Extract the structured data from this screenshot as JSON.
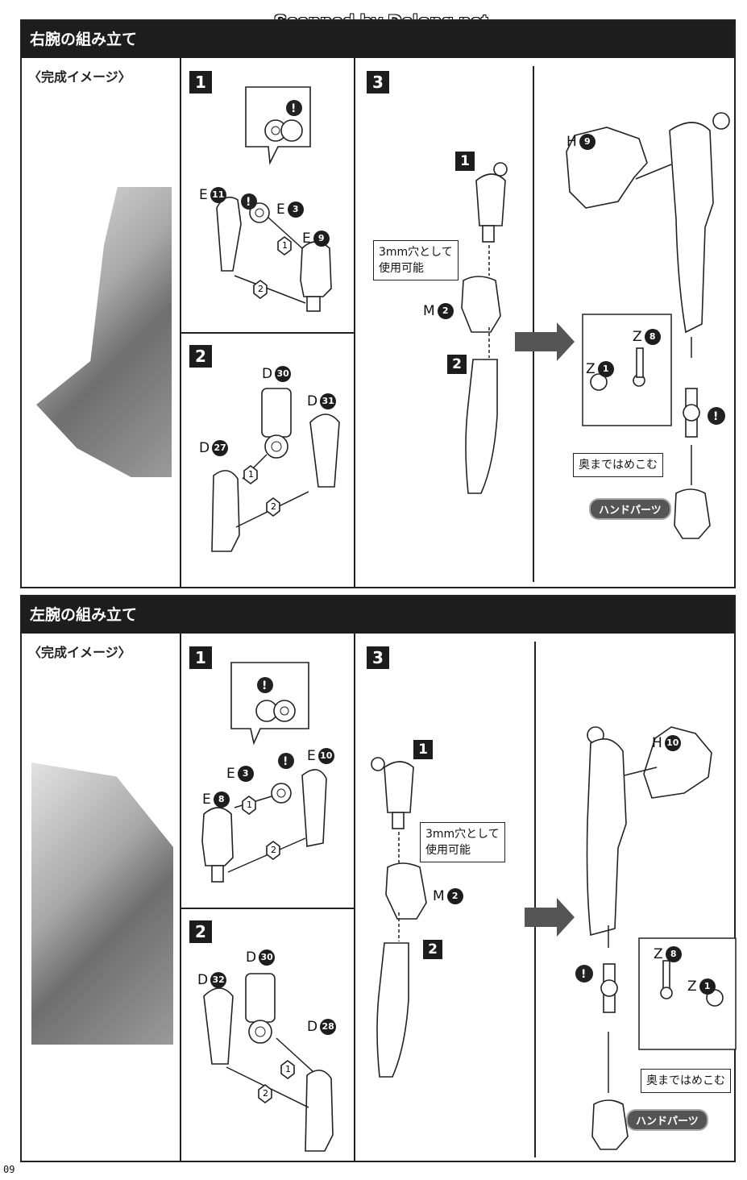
{
  "watermark": "Scanned by Dalong.net",
  "page_number": "09",
  "right_arm": {
    "title": "右腕の組み立て",
    "completed_label": "〈完成イメージ〉",
    "step1": {
      "num": "1",
      "parts": [
        {
          "letter": "E",
          "num": "11"
        },
        {
          "letter": "E",
          "num": "3"
        },
        {
          "letter": "E",
          "num": "9"
        }
      ]
    },
    "step2": {
      "num": "2",
      "parts": [
        {
          "letter": "D",
          "num": "30"
        },
        {
          "letter": "D",
          "num": "31"
        },
        {
          "letter": "D",
          "num": "27"
        }
      ]
    },
    "step3": {
      "num": "3",
      "sub1": "1",
      "sub2": "2",
      "note": [
        "3mm穴として",
        "使用可能"
      ],
      "part_m": {
        "letter": "M",
        "num": "2"
      },
      "part_h": {
        "letter": "H",
        "num": "9"
      },
      "part_z8": {
        "letter": "Z",
        "num": "8"
      },
      "part_z1": {
        "letter": "Z",
        "num": "1"
      },
      "push_note": "奥まではめこむ",
      "hand_label": "ハンドパーツ"
    }
  },
  "left_arm": {
    "title": "左腕の組み立て",
    "completed_label": "〈完成イメージ〉",
    "step1": {
      "num": "1",
      "parts": [
        {
          "letter": "E",
          "num": "3"
        },
        {
          "letter": "E",
          "num": "10"
        },
        {
          "letter": "E",
          "num": "8"
        }
      ]
    },
    "step2": {
      "num": "2",
      "parts": [
        {
          "letter": "D",
          "num": "30"
        },
        {
          "letter": "D",
          "num": "32"
        },
        {
          "letter": "D",
          "num": "28"
        }
      ]
    },
    "step3": {
      "num": "3",
      "sub1": "1",
      "sub2": "2",
      "note": [
        "3mm穴として",
        "使用可能"
      ],
      "part_m": {
        "letter": "M",
        "num": "2"
      },
      "part_h": {
        "letter": "H",
        "num": "10"
      },
      "part_z8": {
        "letter": "Z",
        "num": "8"
      },
      "part_z1": {
        "letter": "Z",
        "num": "1"
      },
      "push_note": "奥まではめこむ",
      "hand_label": "ハンドパーツ"
    }
  }
}
